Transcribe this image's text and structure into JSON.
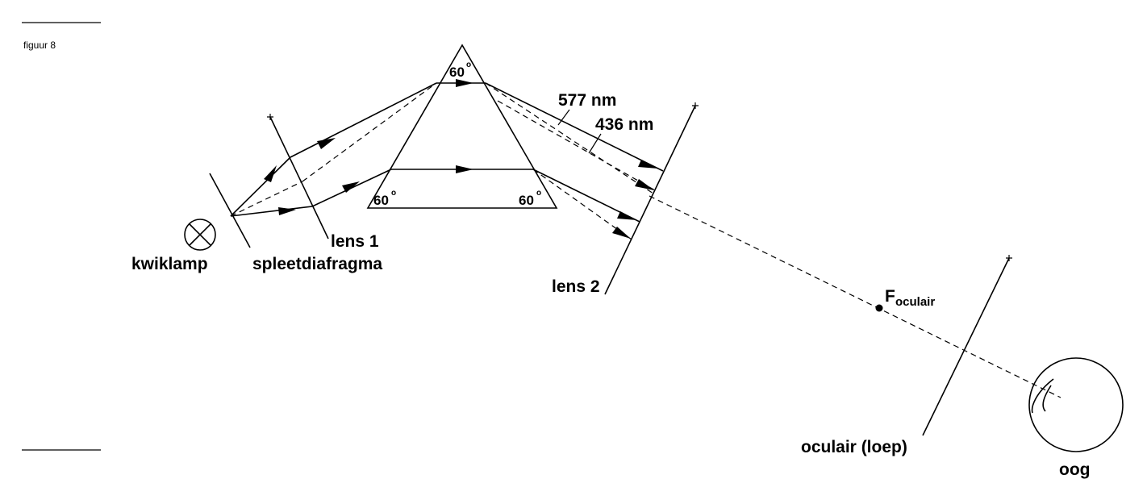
{
  "figure_label": "figuur 8",
  "labels": {
    "lamp": "kwiklamp",
    "slit": "spleetdiafragma",
    "lens1": "lens 1",
    "lens2": "lens 2",
    "wavelength_a": "577 nm",
    "wavelength_b": "436 nm",
    "focus_main": "F",
    "focus_sub": "oculair",
    "eyepiece": "oculair (loep)",
    "eye": "oog"
  },
  "angles": {
    "top": "60",
    "left": "60",
    "right": "60",
    "degree_mark": "o"
  }
}
